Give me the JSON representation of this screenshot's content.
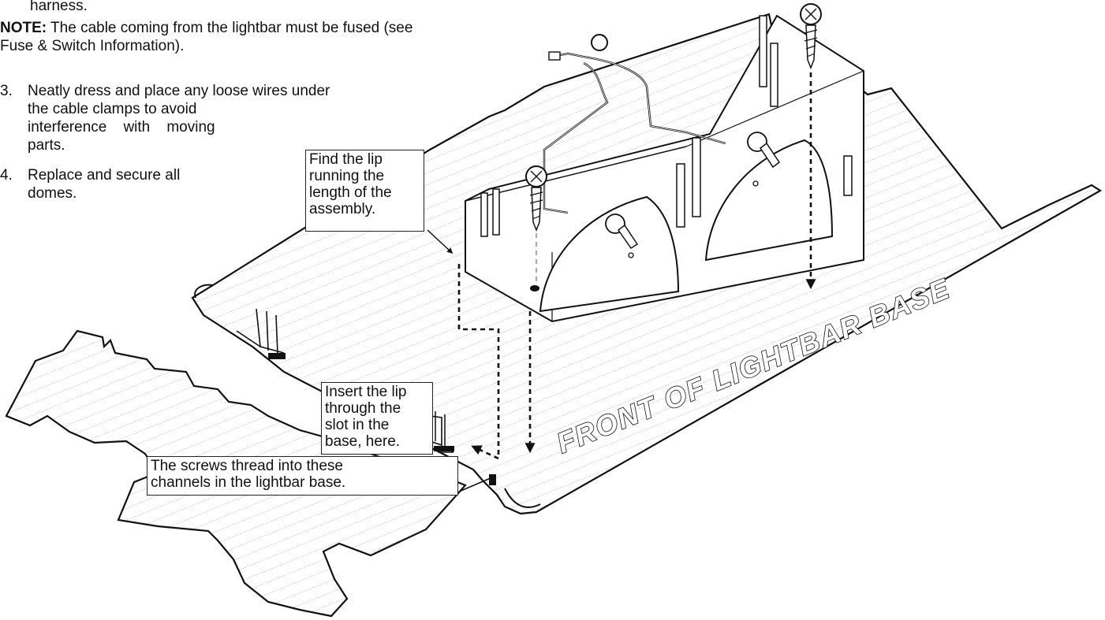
{
  "text": {
    "harness_fragment": "harness.",
    "note_label": "NOTE:",
    "note_body_line1": " The cable coming from the lightbar must be fused (see",
    "note_body_line2": "Fuse & Switch Information).",
    "steps": [
      {
        "num": "3.",
        "lines": [
          "Neatly dress and place any loose wires under",
          "the cable clamps to avoid",
          "interference    with    moving",
          "parts."
        ]
      },
      {
        "num": "4.",
        "lines": [
          "Replace and secure all",
          "domes."
        ]
      }
    ]
  },
  "callouts": {
    "find_lip": [
      "Find the lip",
      "running the",
      "length of the",
      "assembly."
    ],
    "insert_lip": [
      "Insert the lip",
      "through the",
      "slot in the",
      "base, here."
    ],
    "screws_thread": [
      "The screws thread into these",
      "channels in the lightbar base."
    ]
  },
  "figure": {
    "front_label": "FRONT OF LIGHTBAR BASE"
  }
}
